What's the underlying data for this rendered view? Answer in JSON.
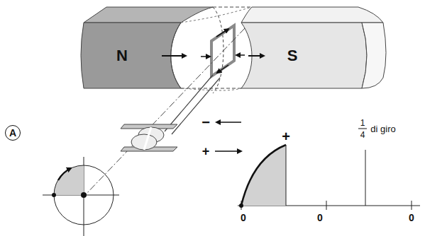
{
  "diagram": {
    "nodes": [
      {
        "text": [
          "A"
        ]
      },
      {
        "text": [
          "N"
        ]
      },
      {
        "text": [
          "S"
        ]
      }
    ],
    "labels": [
      "1",
      "4",
      "di giro",
      "−",
      "+",
      "+",
      "0",
      "0",
      "0"
    ]
  }
}
